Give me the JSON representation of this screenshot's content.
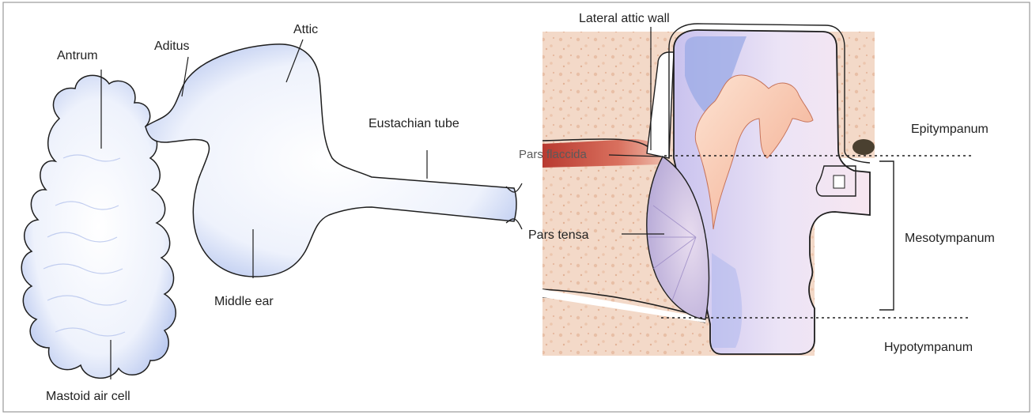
{
  "figure": {
    "colors": {
      "frame": "#9a9a9a",
      "outline": "#1e1e1e",
      "lumen": "#eaf0fb",
      "lumen_shade": "#aebfea",
      "bone": "#f3d8c6",
      "canal_red": "#c84a3c",
      "ossicle": "#f8c9b2",
      "tympanic_membrane": "#cfc3e4",
      "cavity": "#d9cff0",
      "cavity_blue": "#9aaae6",
      "dark_mass": "#4a4030"
    },
    "left_panel": {
      "labels": {
        "antrum": "Antrum",
        "aditus": "Aditus",
        "attic": "Attic",
        "eustachian_tube": "Eustachian tube",
        "middle_ear": "Middle ear",
        "mastoid_air_cell": "Mastoid air cell"
      }
    },
    "right_panel": {
      "labels": {
        "lateral_attic_wall": "Lateral attic wall",
        "pars_flaccida": "Pars flaccida",
        "pars_tensa": "Pars tensa",
        "epitympanum": "Epitympanum",
        "mesotympanum": "Mesotympanum",
        "hypotympanum": "Hypotympanum"
      }
    }
  }
}
